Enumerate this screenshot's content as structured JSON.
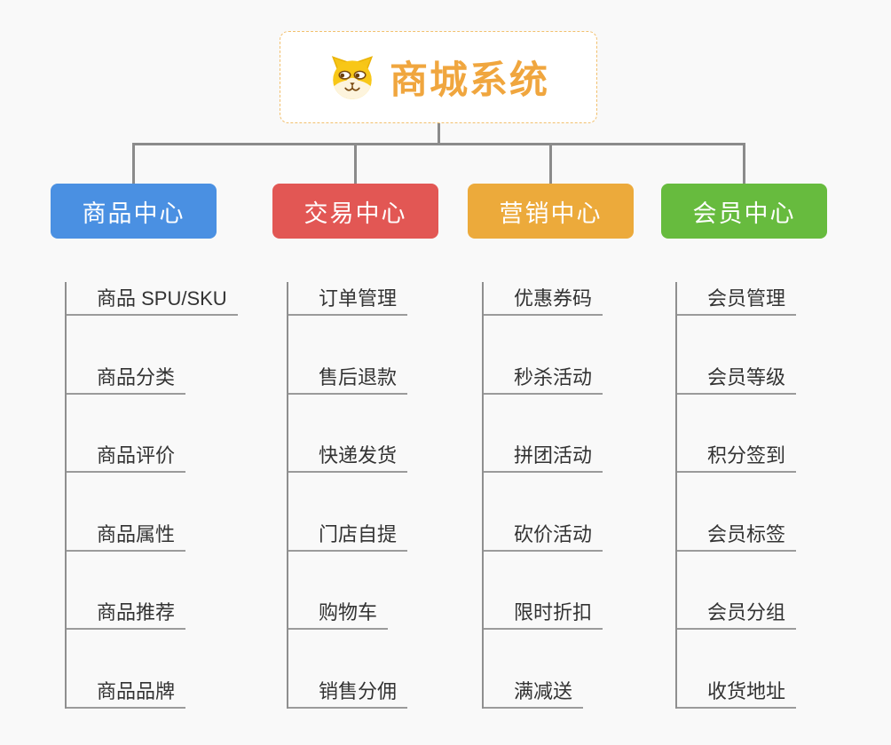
{
  "root": {
    "title": "商城系统",
    "icon": "dog-face-icon",
    "title_color": "#f0a63e",
    "border_color": "#f2c06e"
  },
  "connector_color": "#8b8b8b",
  "underline_color": "#9b9b9b",
  "branches": [
    {
      "label": "商品中心",
      "color": "#4a90e2",
      "items": [
        "商品 SPU/SKU",
        "商品分类",
        "商品评价",
        "商品属性",
        "商品推荐",
        "商品品牌"
      ]
    },
    {
      "label": "交易中心",
      "color": "#e25754",
      "items": [
        "订单管理",
        "售后退款",
        "快递发货",
        "门店自提",
        "购物车",
        "销售分佣"
      ]
    },
    {
      "label": "营销中心",
      "color": "#ecaa3b",
      "items": [
        "优惠券码",
        "秒杀活动",
        "拼团活动",
        "砍价活动",
        "限时折扣",
        "满减送"
      ]
    },
    {
      "label": "会员中心",
      "color": "#67bb3e",
      "items": [
        "会员管理",
        "会员等级",
        "积分签到",
        "会员标签",
        "会员分组",
        "收货地址"
      ]
    }
  ]
}
